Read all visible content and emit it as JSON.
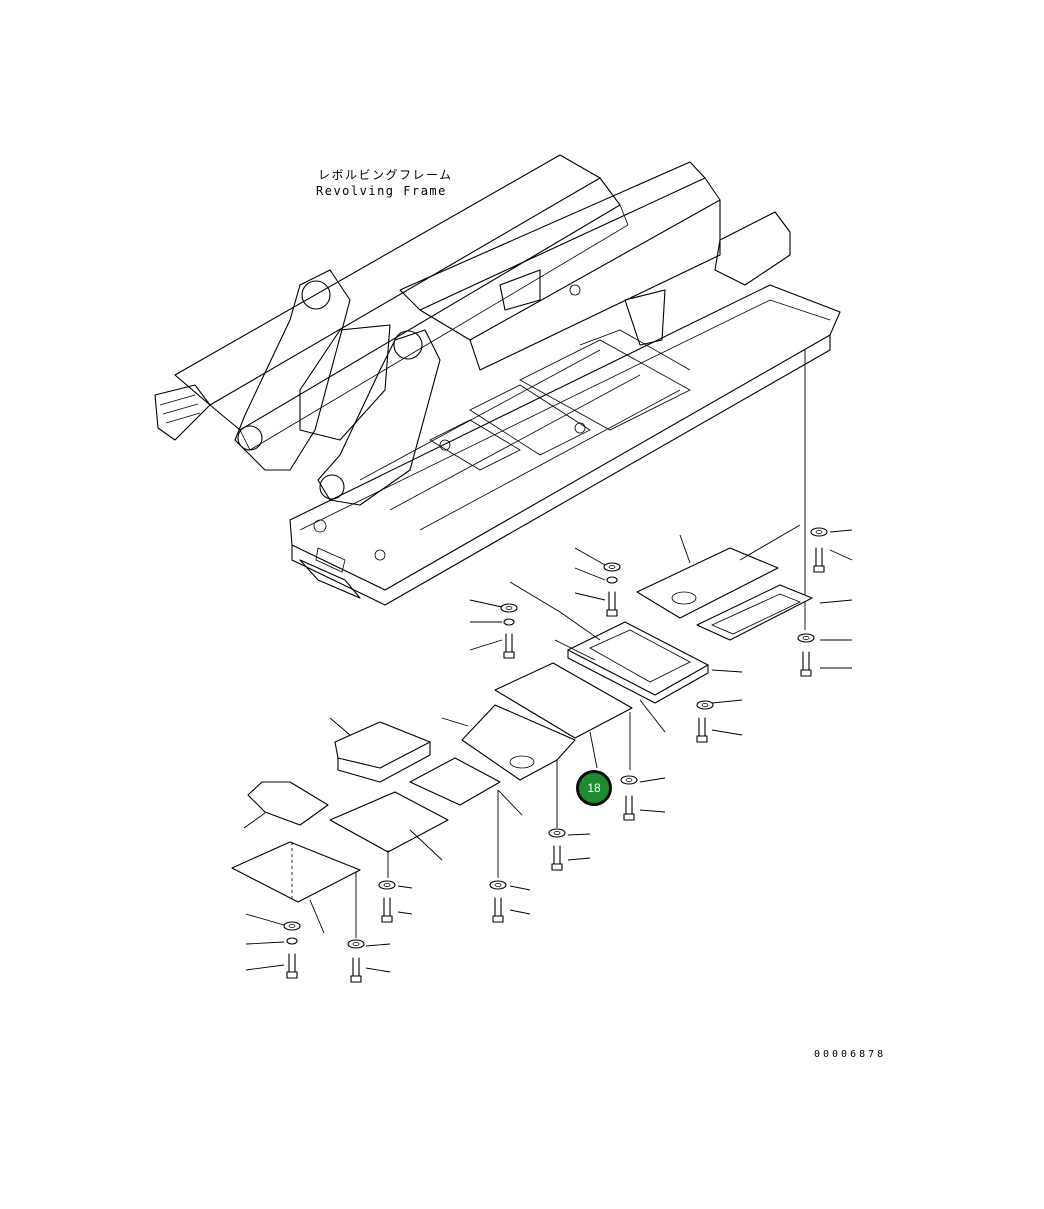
{
  "title": {
    "japanese": "レボルビングフレーム",
    "english": "Revolving Frame"
  },
  "callout": {
    "number": "18",
    "color": "#1f8a2e"
  },
  "drawing_number": "00006878",
  "icons": [
    "washer-icon",
    "bolt-icon",
    "cover-plate-icon",
    "revolving-frame-icon"
  ]
}
